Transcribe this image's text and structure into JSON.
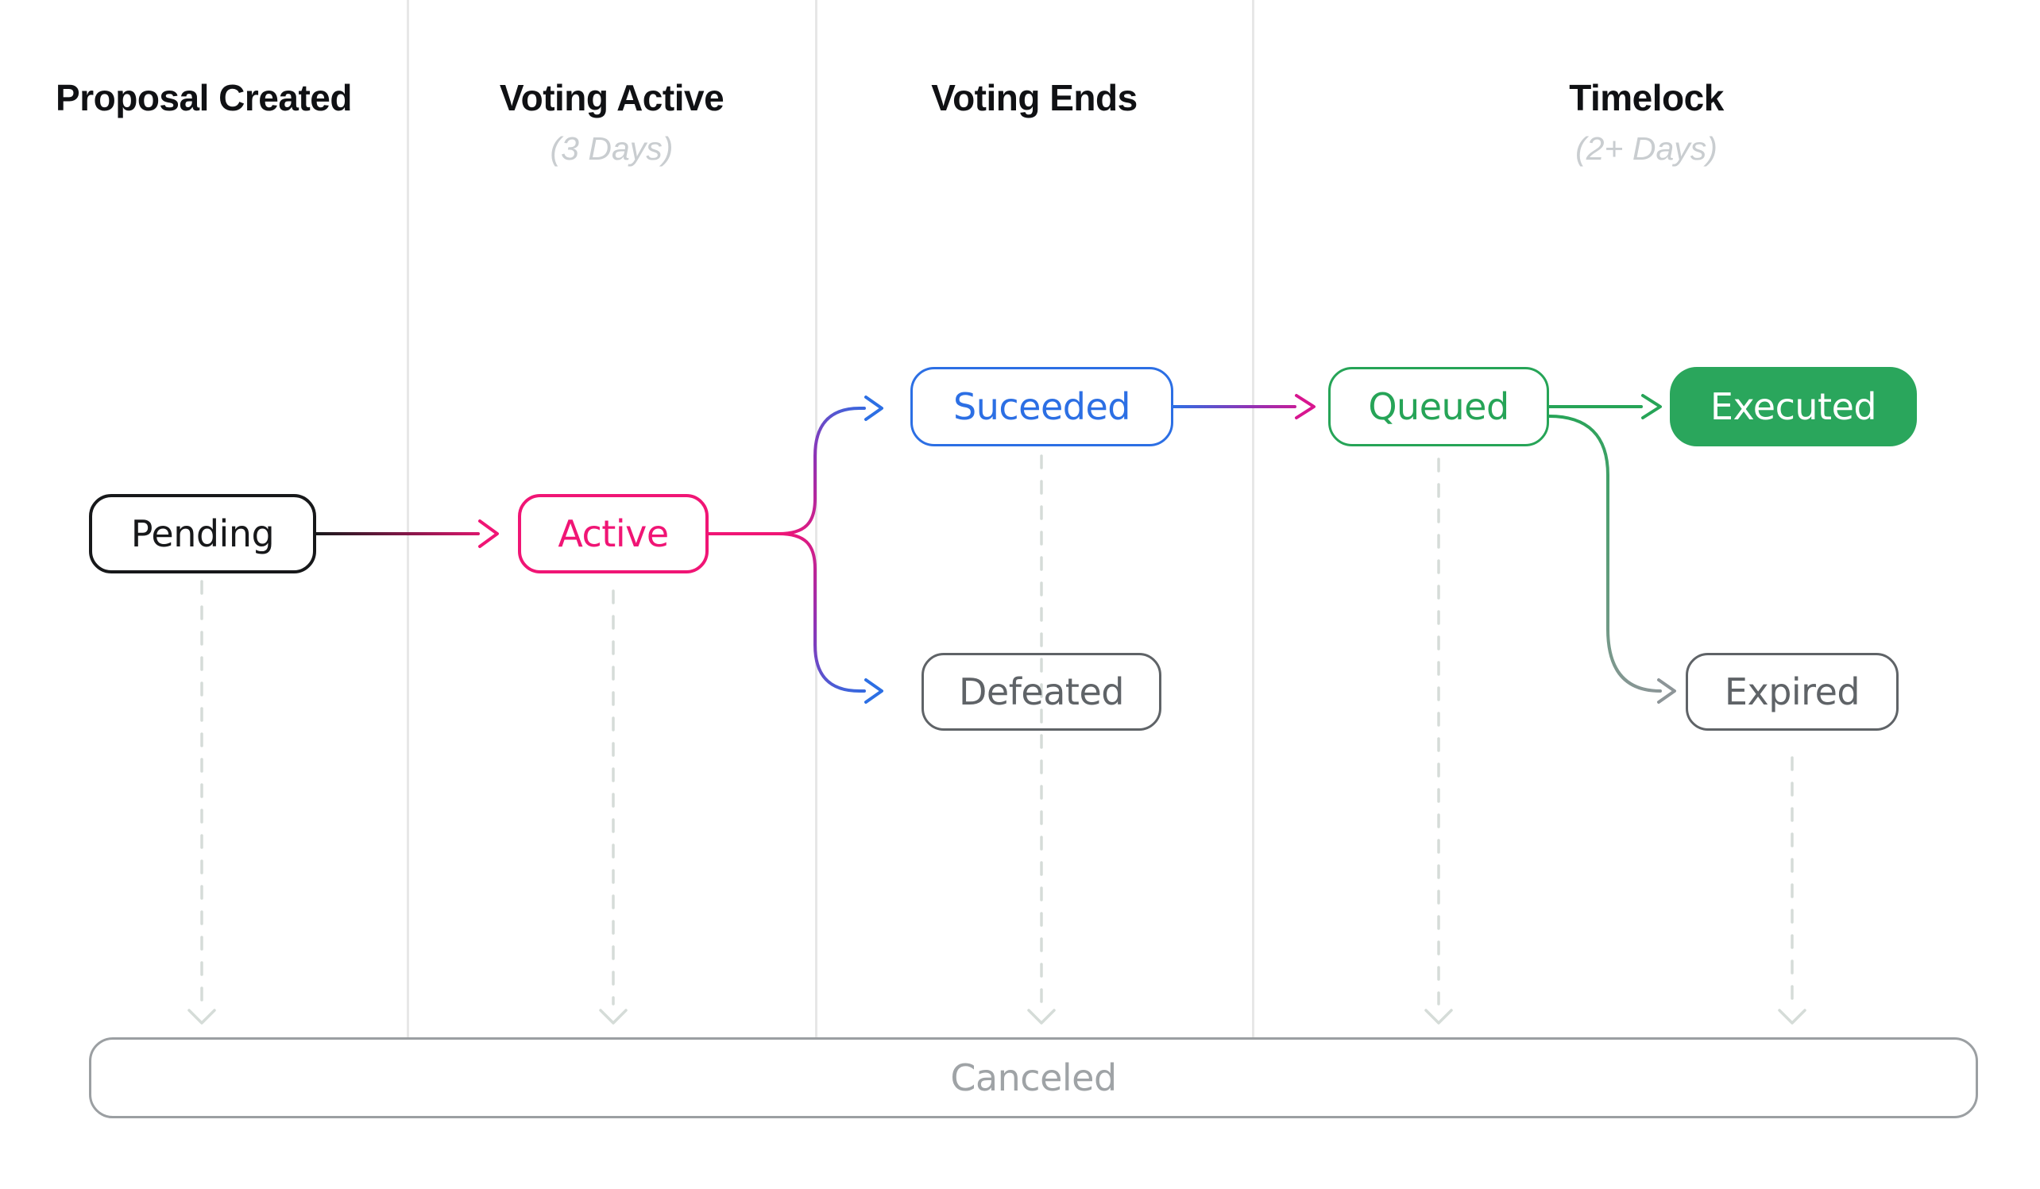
{
  "columns": [
    {
      "title": "Proposal Created",
      "subtitle": ""
    },
    {
      "title": "Voting Active",
      "subtitle": "(3 Days)"
    },
    {
      "title": "Voting Ends",
      "subtitle": ""
    },
    {
      "title": "Timelock",
      "subtitle": "(2+ Days)"
    }
  ],
  "nodes": {
    "pending": "Pending",
    "active": "Active",
    "succeeded": "Suceeded",
    "defeated": "Defeated",
    "queued": "Queued",
    "executed": "Executed",
    "expired": "Expired",
    "canceled": "Canceled"
  },
  "edges": [
    {
      "from": "Pending",
      "to": "Active",
      "style": "solid-gradient-black-pink"
    },
    {
      "from": "Active",
      "to": "Suceeded",
      "style": "solid-gradient-pink-blue"
    },
    {
      "from": "Active",
      "to": "Defeated",
      "style": "solid-gradient-pink-blue"
    },
    {
      "from": "Suceeded",
      "to": "Queued",
      "style": "solid-gradient-blue-magenta"
    },
    {
      "from": "Queued",
      "to": "Executed",
      "style": "solid-green"
    },
    {
      "from": "Queued",
      "to": "Expired",
      "style": "solid-gradient-green-gray"
    },
    {
      "from": "Pending",
      "to": "Canceled",
      "style": "dashed"
    },
    {
      "from": "Active",
      "to": "Canceled",
      "style": "dashed"
    },
    {
      "from": "Suceeded",
      "to": "Canceled",
      "style": "dashed"
    },
    {
      "from": "Queued",
      "to": "Canceled",
      "style": "dashed"
    },
    {
      "from": "Expired",
      "to": "Canceled",
      "style": "dashed"
    }
  ],
  "colors": {
    "ink": "#17181a",
    "pink": "#f01575",
    "blue": "#2c6fe4",
    "purple": "#9232b4",
    "magenta": "#d8168f",
    "green": "#26a457",
    "green-fill": "#2aa65c",
    "gray-dark": "#5f6367",
    "gray-mid": "#8d9598",
    "gray-bar": "#9b9fa2",
    "gray-text": "#9fa3a6",
    "dash": "#d5dcd8",
    "subtitle": "#c9cdd0",
    "separator": "#e7e7e7"
  }
}
